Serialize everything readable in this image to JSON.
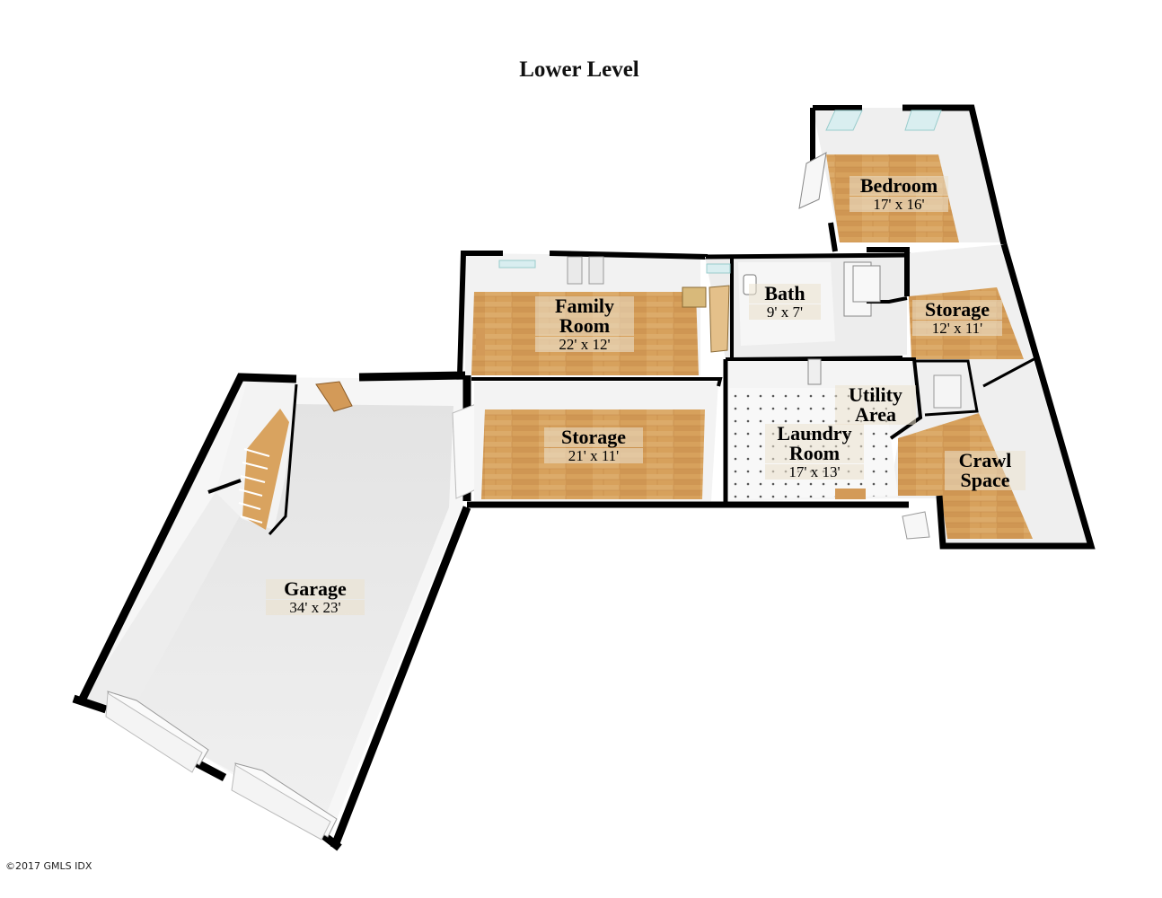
{
  "title": "Lower Level",
  "rooms": {
    "bedroom": {
      "name": "Bedroom",
      "dim": "17' x 16'"
    },
    "family_room": {
      "name": "Family Room",
      "name_line1": "Family",
      "name_line2": "Room",
      "dim": "22' x 12'"
    },
    "bath": {
      "name": "Bath",
      "dim": "9' x 7'"
    },
    "storage_right": {
      "name": "Storage",
      "dim": "12' x 11'"
    },
    "utility": {
      "name": "Utility Area",
      "name_line1": "Utility",
      "name_line2": "Area"
    },
    "storage_center": {
      "name": "Storage",
      "dim": "21' x 11'"
    },
    "laundry": {
      "name": "Laundry Room",
      "name_line1": "Laundry",
      "name_line2": "Room",
      "dim": "17' x 13'"
    },
    "crawl": {
      "name": "Crawl Space",
      "name_line1": "Crawl",
      "name_line2": "Space"
    },
    "garage": {
      "name": "Garage",
      "dim": "34' x 23'"
    }
  },
  "copyright": "©2017 GMLS IDX",
  "colors": {
    "wood_floor": "#d9a35f",
    "concrete_floor": "#e9e9e9",
    "wall_black": "#000000",
    "wall_inner": "#f3f3f3",
    "tile_floor": "#f7f7f7"
  }
}
